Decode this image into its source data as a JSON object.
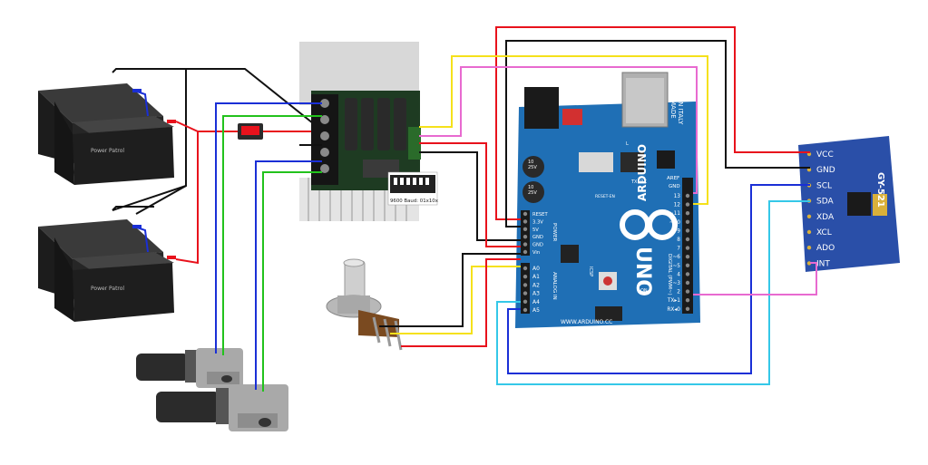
{
  "arduino": {
    "brand": "ARDUINO",
    "model": "UNO",
    "made_in": [
      "MADE",
      "IN ITALY"
    ],
    "url": "WWW.ARDUINO.CC",
    "tx_label": "TX",
    "rx_label": "RX",
    "l_label": "L",
    "on_label": "ON",
    "icsp_label": "ICSP",
    "reset_en": "RESET-EN",
    "aref": "AREF",
    "gnd_top": "GND",
    "digital_pins": [
      "13",
      "12",
      "~11",
      "~10",
      "~9",
      "8",
      "7",
      "~6",
      "~5",
      "4",
      "~3",
      "2",
      "TX▸1",
      "RX◂0"
    ],
    "digital_label": "DIGITAL (PWM~)",
    "power_pins": [
      "RESET",
      "3.3V",
      "5V",
      "GND",
      "GND",
      "Vin"
    ],
    "power_label": "POWER",
    "analog_pins": [
      "A0",
      "A1",
      "A2",
      "A3",
      "A4",
      "A5"
    ],
    "analog_label": "ANALOG IN",
    "cap_label_1": "10\n25V",
    "cap_label_2": "10\n25V"
  },
  "mpu": {
    "pins": [
      "VCC",
      "GND",
      "SCL",
      "SDA",
      "XDA",
      "XCL",
      "ADO",
      "INT"
    ],
    "title": "GY-521"
  },
  "driver": {
    "dip_label": "9600 Baud: 01x10x"
  },
  "batteries": {
    "brand": "Power Patrol"
  },
  "colors": {
    "red": "#e8121c",
    "black": "#111111",
    "blue": "#1a2fd6",
    "green": "#22c21c",
    "yellow": "#f5e11b",
    "pink": "#e86ad0",
    "cyan": "#35c8e8",
    "board": "#1f6fb5",
    "mpu_board": "#2a4fa8"
  }
}
